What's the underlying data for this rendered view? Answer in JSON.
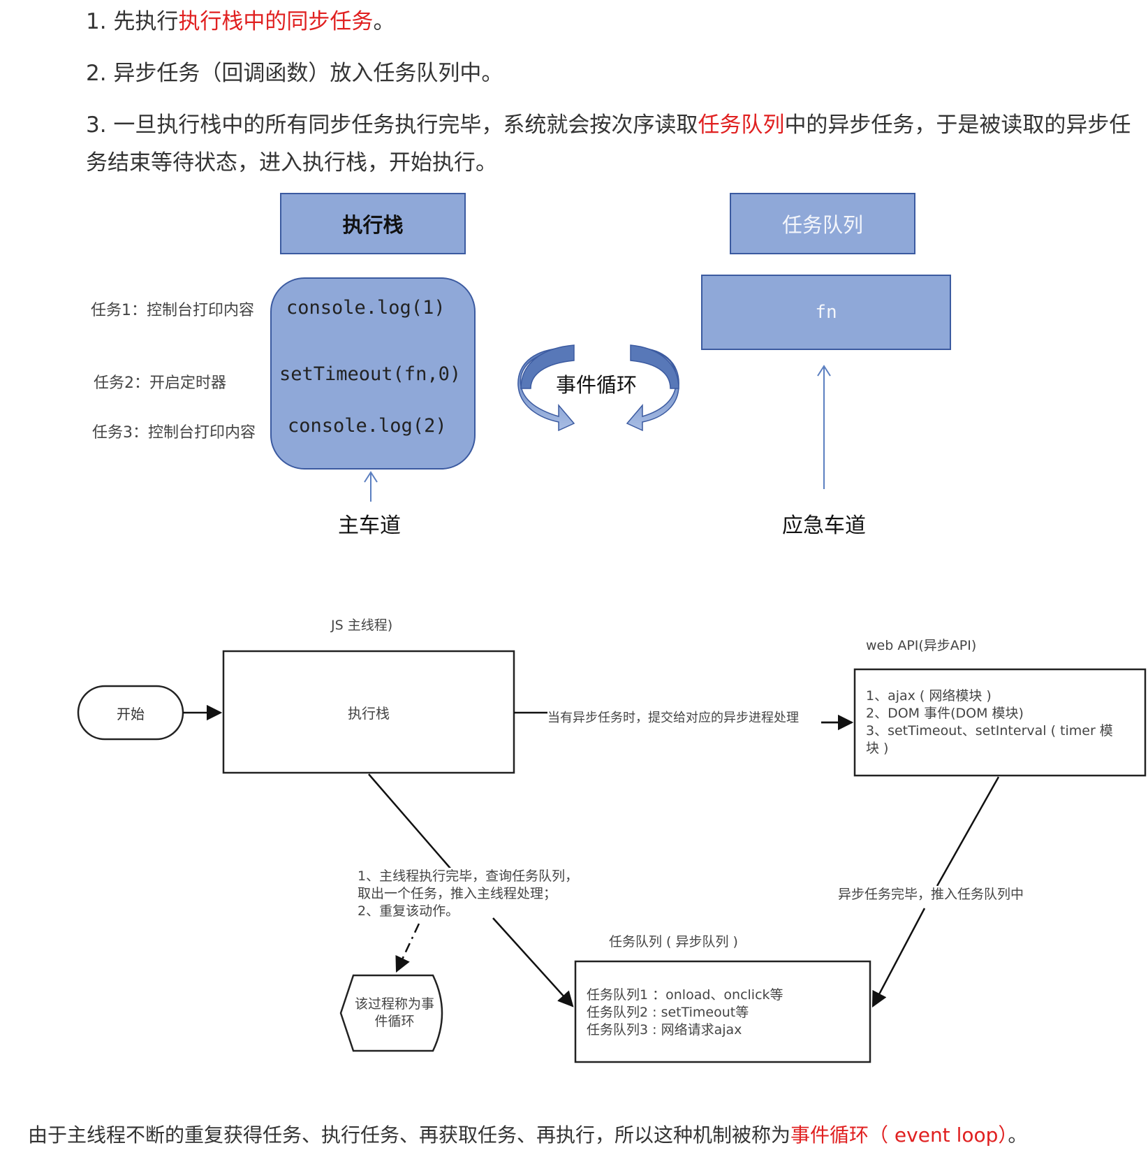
{
  "intro": {
    "step1_prefix": "1. 先执行",
    "step1_red": "执行栈中的同步任务",
    "step1_suffix": "。",
    "step2": "2. 异步任务（回调函数）放入任务队列中。",
    "step3_prefix": "3. 一旦执行栈中的所有同步任务执行完毕，系统就会按次序读取",
    "step3_red": "任务队列",
    "step3_suffix": "中的异步任务，于是被读取的异步任",
    "step3_line2": "务结束等待状态，进入执行栈，开始执行。"
  },
  "diagram1": {
    "stack_title": "执行栈",
    "queue_title": "任务队列",
    "task_labels": [
      "任务1：控制台打印内容",
      "任务2：开启定时器",
      "任务3：控制台打印内容"
    ],
    "stack_items": [
      "console.log(1)",
      "setTimeout(fn,0)",
      "console.log(2)"
    ],
    "event_loop": "事件循环",
    "queue_item": "fn",
    "main_lane": "主车道",
    "emergency_lane": "应急车道"
  },
  "diagram2": {
    "js_thread_title": "JS 主线程)",
    "start": "开始",
    "exec_stack": "执行栈",
    "web_api_title": "web API(异步API)",
    "web_api_items": [
      "1、ajax ( 网络模块 )",
      "2、DOM 事件(DOM 模块)",
      "3、setTimeout、setInterval ( timer 模",
      "块 )"
    ],
    "submit_label": "当有异步任务时，提交给对应的异步进程处理",
    "loop_notes": [
      "1、主线程执行完毕，查询任务队列，",
      "取出一个任务，推入主线程处理；",
      "2、重复该动作。"
    ],
    "event_loop_node": [
      "该过程称为事",
      "件循环"
    ],
    "complete_label": "异步任务完毕，推入任务队列中",
    "queue_title": "任务队列 ( 异步队列 )",
    "queue_items": [
      "任务队列1 ：onload、onclick等",
      "任务队列2 : setTimeout等",
      "任务队列3 : 网络请求ajax"
    ]
  },
  "conclusion": {
    "prefix": "由于主线程不断的重复获得任务、执行任务、再获取任务、再执行，所以这种机制被称为",
    "red": "事件循环（ event loop）",
    "suffix": "。"
  },
  "colors": {
    "box_fill": "#8fa8d8",
    "box_stroke": "#3b5aa0",
    "red": "#e02020",
    "arrow_blue": "#5b7fc0"
  }
}
